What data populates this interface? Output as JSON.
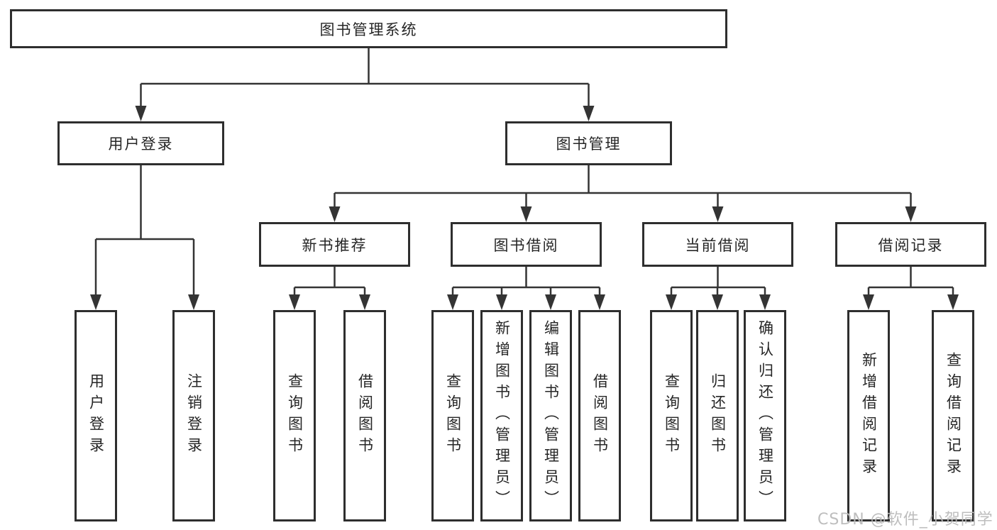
{
  "tree": {
    "label": "图书管理系统",
    "children": [
      {
        "label": "用户登录",
        "children": [
          {
            "label": "用户登录"
          },
          {
            "label": "注销登录"
          }
        ]
      },
      {
        "label": "图书管理",
        "children": [
          {
            "label": "新书推荐",
            "children": [
              {
                "label": "查询图书"
              },
              {
                "label": "借阅图书"
              }
            ]
          },
          {
            "label": "图书借阅",
            "children": [
              {
                "label": "查询图书"
              },
              {
                "label": "新增图书（管理员）"
              },
              {
                "label": "编辑图书（管理员）"
              },
              {
                "label": "借阅图书"
              }
            ]
          },
          {
            "label": "当前借阅",
            "children": [
              {
                "label": "查询图书"
              },
              {
                "label": "归还图书"
              },
              {
                "label": "确认归还（管理员）"
              }
            ]
          },
          {
            "label": "借阅记录",
            "children": [
              {
                "label": "新增借阅记录"
              },
              {
                "label": "查询借阅记录"
              }
            ]
          }
        ]
      }
    ]
  },
  "watermark": "CSDN @软件_小贺同学",
  "colors": {
    "line": "#343434",
    "border": "#2e2e2e",
    "text": "#262626",
    "background": "#ffffff",
    "watermark": "#bababa"
  }
}
